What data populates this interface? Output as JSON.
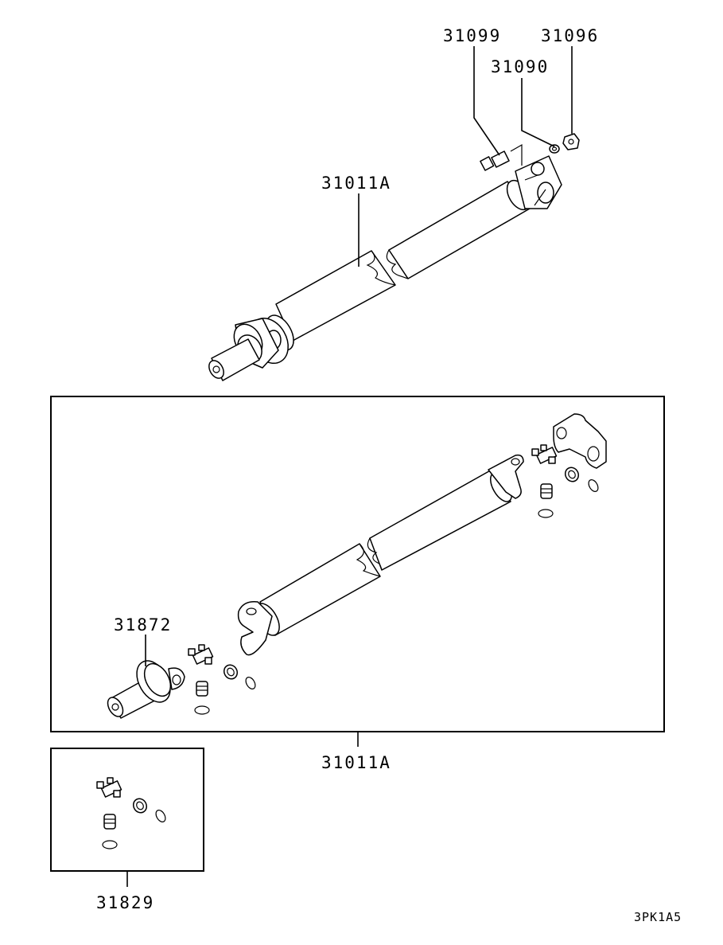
{
  "labels": {
    "bolt": "31099",
    "nut": "31096",
    "washer": "31090",
    "shaft_top": "31011A",
    "center_bearing": "31872",
    "shaft_exploded": "31011A",
    "joint_kit": "31829"
  },
  "diagram_code": "3PK1A5"
}
